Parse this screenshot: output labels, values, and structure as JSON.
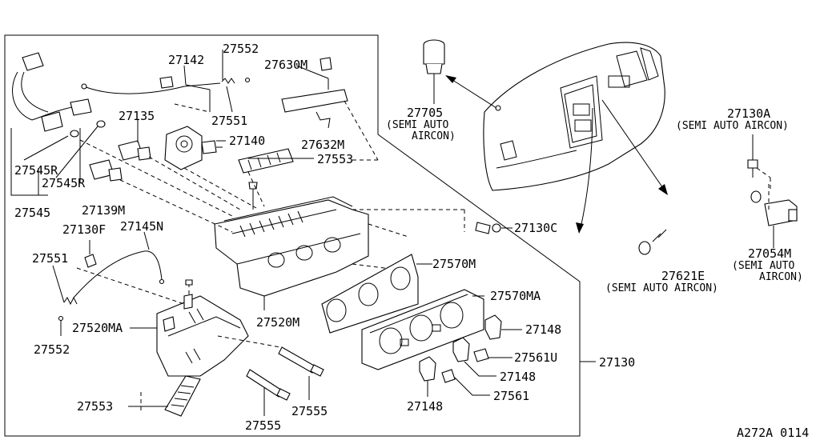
{
  "labels": {
    "p27142": "27142",
    "p27552_top": "27552",
    "p27630M": "27630M",
    "p27135": "27135",
    "p27551_top": "27551",
    "p27140": "27140",
    "p27632M": "27632M",
    "p27553_top": "27553",
    "p27545R_1": "27545R",
    "p27545R_2": "27545R",
    "p27545": "27545",
    "p27139M": "27139M",
    "p27130F": "27130F",
    "p27145N": "27145N",
    "p27551_left": "27551",
    "p27552_left": "27552",
    "p27520MA": "27520MA",
    "p27520M": "27520M",
    "p27570M": "27570M",
    "p27570MA": "27570MA",
    "p27148_a": "27148",
    "p27148_b": "27148",
    "p27148_c": "27148",
    "p27561U": "27561U",
    "p27561": "27561",
    "p27130": "27130",
    "p27553_bot": "27553",
    "p27555_a": "27555",
    "p27555_b": "27555",
    "p27130C": "27130C",
    "p27705": "27705",
    "p27705_note1": "(SEMI AUTO",
    "p27705_note2": "AIRCON)",
    "p27130A": "27130A",
    "p27130A_note": "(SEMI AUTO AIRCON)",
    "p27054M": "27054M",
    "p27054M_note1": "(SEMI AUTO",
    "p27054M_note2": "AIRCON)",
    "p27621E": "27621E",
    "p27621E_note": "(SEMI AUTO AIRCON)",
    "ref_code": "A272A 0114"
  }
}
